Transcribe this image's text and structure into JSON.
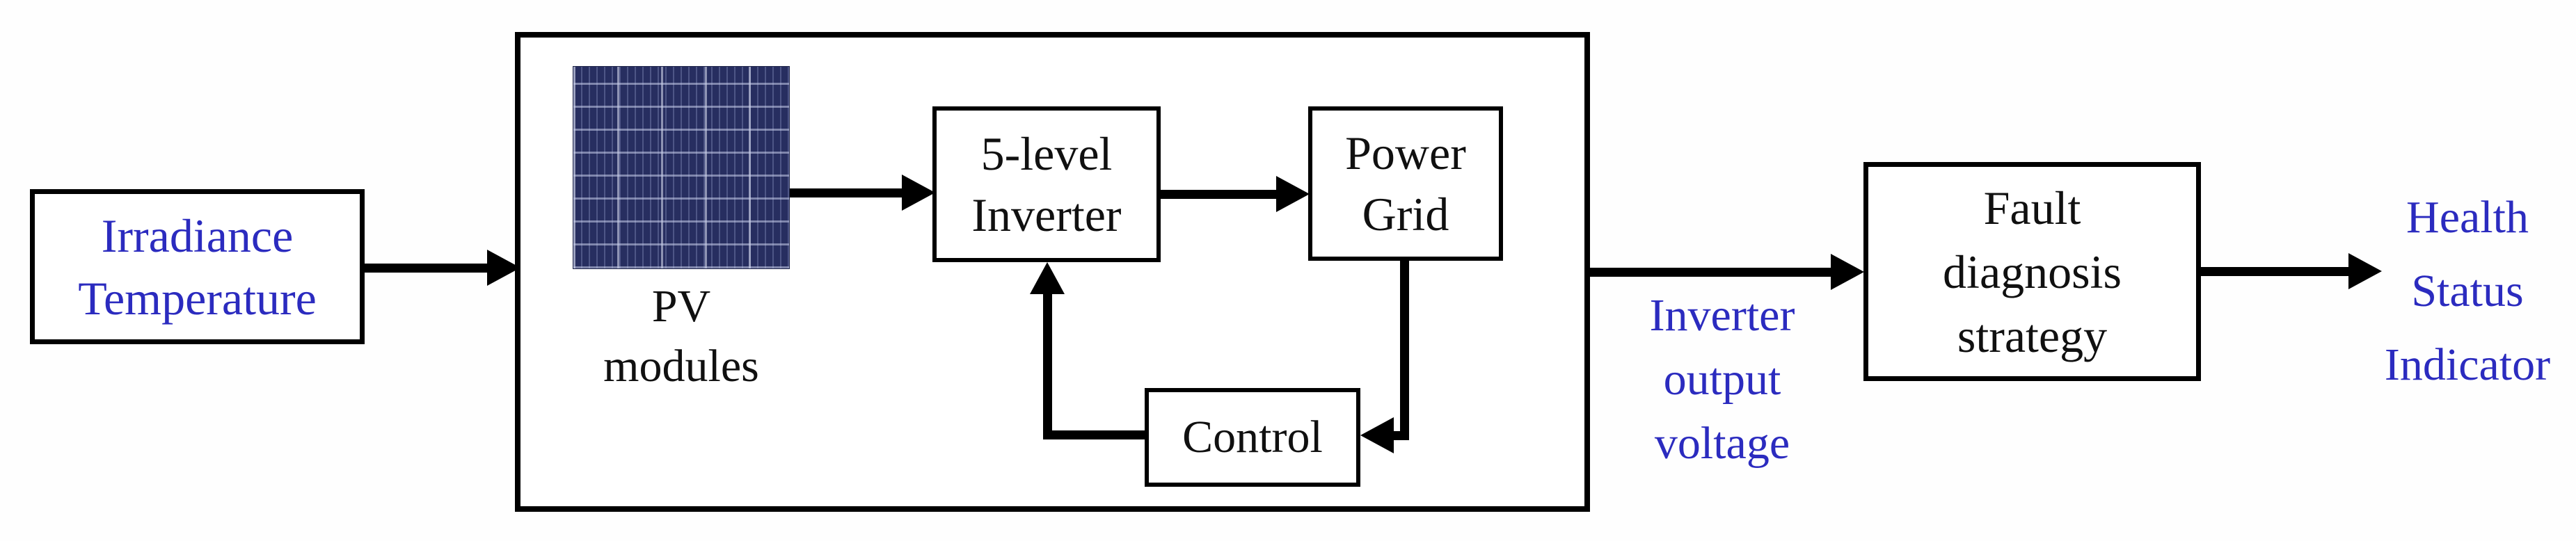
{
  "diagram": {
    "nodes": {
      "input": {
        "lines": [
          "Irradiance",
          "Temperature"
        ]
      },
      "pv": {
        "lines": [
          "PV",
          "modules"
        ]
      },
      "inverter": {
        "lines": [
          "5-level",
          "Inverter"
        ]
      },
      "grid": {
        "lines": [
          "Power",
          "Grid"
        ]
      },
      "control": {
        "lines": [
          "Control"
        ]
      },
      "system_output": {
        "lines": [
          "Inverter",
          "output",
          "voltage"
        ]
      },
      "fault": {
        "lines": [
          "Fault",
          "diagnosis",
          "strategy"
        ]
      },
      "health": {
        "lines": [
          "Health",
          "Status",
          "Indicator"
        ]
      }
    },
    "edges": [
      {
        "from": "input",
        "to": "system",
        "label": ""
      },
      {
        "from": "pv",
        "to": "inverter",
        "label": ""
      },
      {
        "from": "inverter",
        "to": "grid",
        "label": ""
      },
      {
        "from": "grid",
        "to": "control",
        "label": ""
      },
      {
        "from": "control",
        "to": "inverter",
        "label": ""
      },
      {
        "from": "system",
        "to": "fault",
        "label": "Inverter output voltage"
      },
      {
        "from": "fault",
        "to": "health",
        "label": ""
      }
    ],
    "colors": {
      "label_blue": "#2b2bbf",
      "line_black": "#000000",
      "panel_base": "#272e60"
    }
  }
}
